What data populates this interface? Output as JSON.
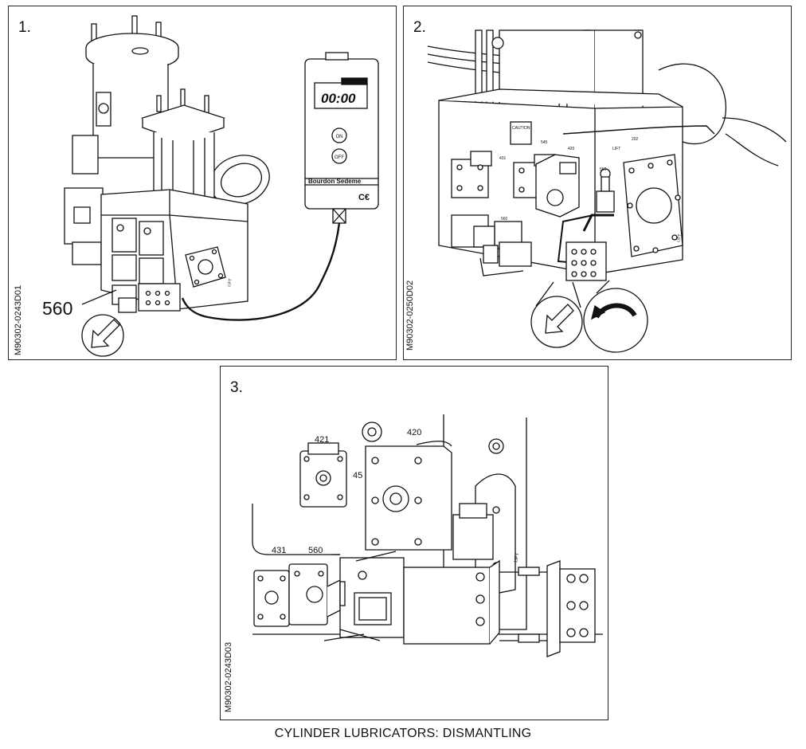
{
  "caption": "CYLINDER LUBRICATORS: DISMANTLING",
  "panels": [
    {
      "number": "1.",
      "ref": "M90302-0243D01",
      "callouts": {
        "part": "560"
      },
      "gauge": {
        "display": "00:00",
        "on": "ON",
        "off": "OFF",
        "brand": "Bourdon Sedeme",
        "mark": "C€"
      },
      "small_labels": {
        "lift": "LIFT"
      }
    },
    {
      "number": "2.",
      "ref": "M90302-0250D02",
      "small_labels": {
        "caution": "CAUTION",
        "l545": "545",
        "l420": "420",
        "l431": "431",
        "l560": "560",
        "l550": "550",
        "l202": "202",
        "lift": "LIFT",
        "lift2": "LIFT"
      }
    },
    {
      "number": "3.",
      "ref": "M90302-0243D03",
      "callouts": {
        "c421": "421",
        "c420": "420",
        "c45": "45",
        "c431": "431",
        "c560": "560"
      },
      "small_labels": {
        "lift": "LIFT"
      }
    }
  ]
}
